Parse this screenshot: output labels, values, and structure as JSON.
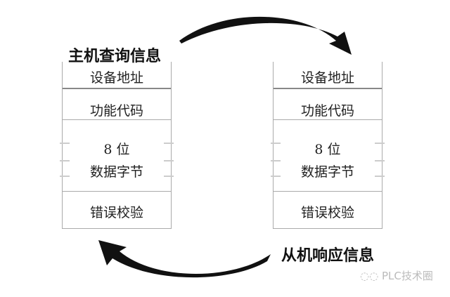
{
  "master": {
    "title": "主机查询信息",
    "fields": [
      "设备地址",
      "功能代码",
      "8 位",
      "数据字节",
      "错误校验"
    ]
  },
  "slave": {
    "title": "从机响应信息",
    "fields": [
      "设备地址",
      "功能代码",
      "8 位",
      "数据字节",
      "错误校验"
    ]
  },
  "watermark": "PLC技术圈"
}
